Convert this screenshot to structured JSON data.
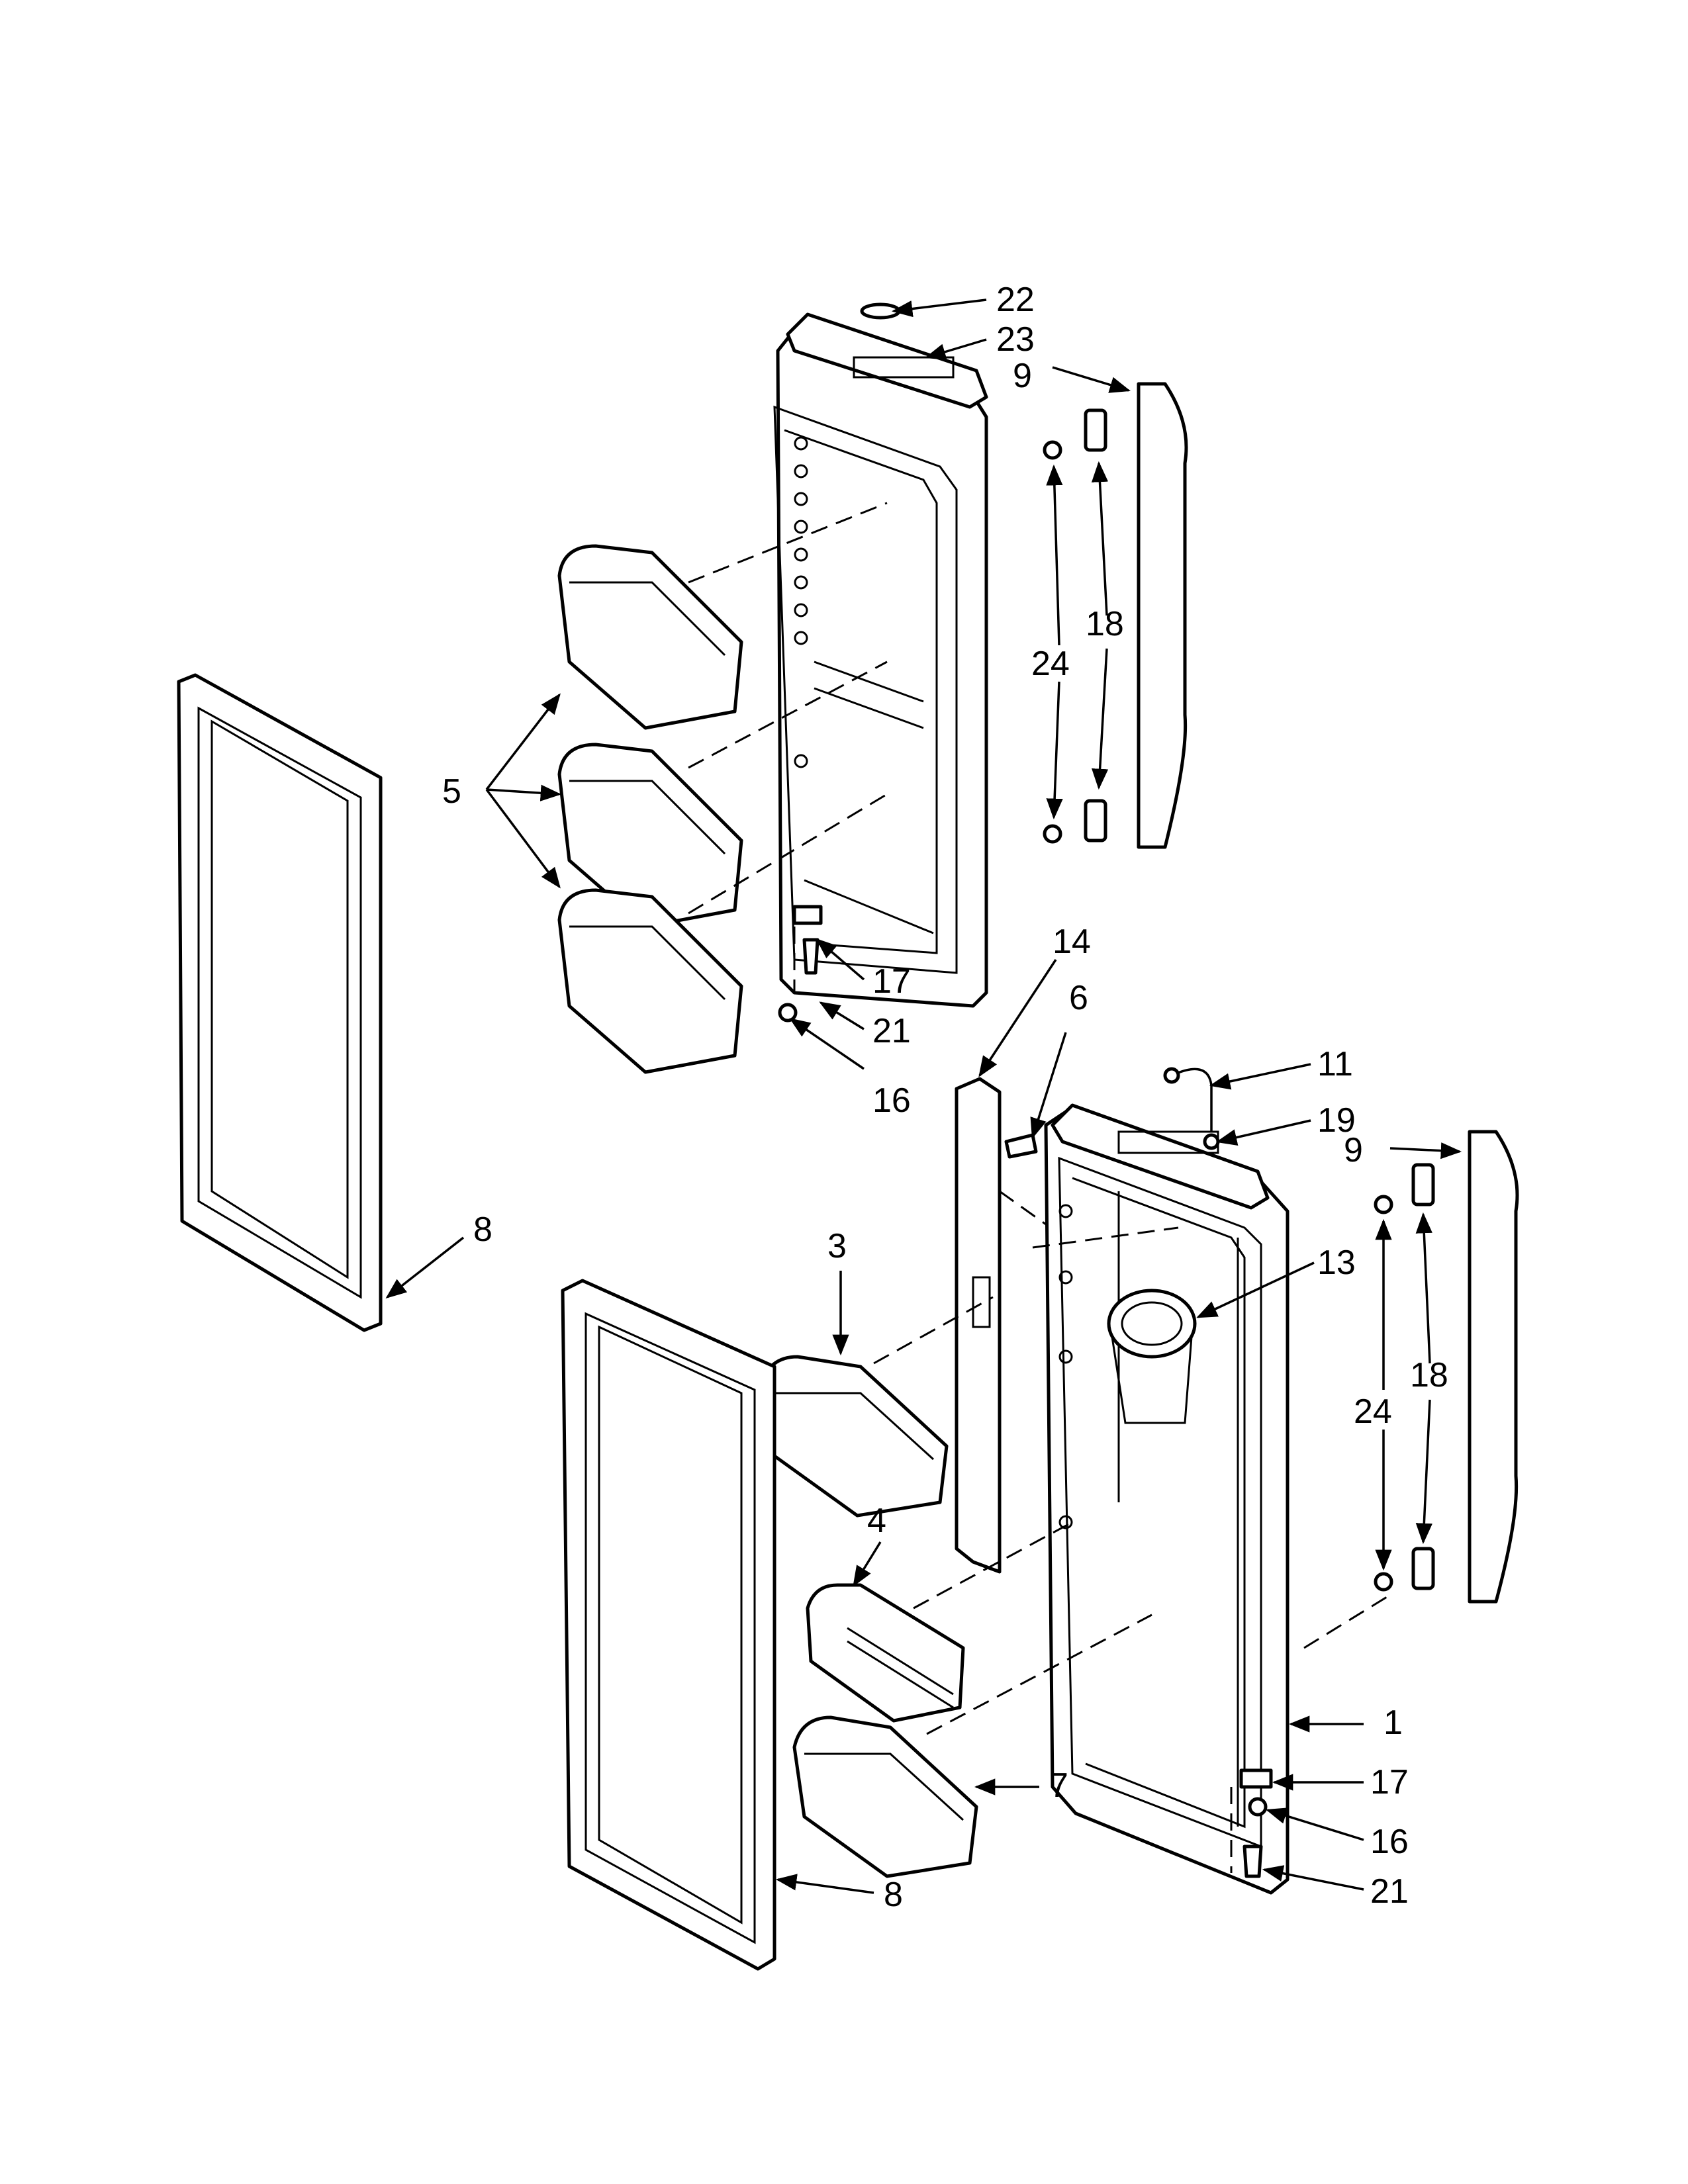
{
  "diagram": {
    "type": "exploded-parts-view",
    "callouts": {
      "c1": "1",
      "c3": "3",
      "c4": "4",
      "c5": "5",
      "c6": "6",
      "c7": "7",
      "c8a": "8",
      "c8b": "8",
      "c9a": "9",
      "c9b": "9",
      "c11": "11",
      "c13": "13",
      "c14": "14",
      "c16a": "16",
      "c16b": "16",
      "c17a": "17",
      "c17b": "17",
      "c18a": "18",
      "c18b": "18",
      "c19": "19",
      "c21a": "21",
      "c21b": "21",
      "c22": "22",
      "c23": "23",
      "c24a": "24",
      "c24b": "24"
    },
    "colors": {
      "ink": "#000000",
      "paper": "#ffffff"
    }
  }
}
